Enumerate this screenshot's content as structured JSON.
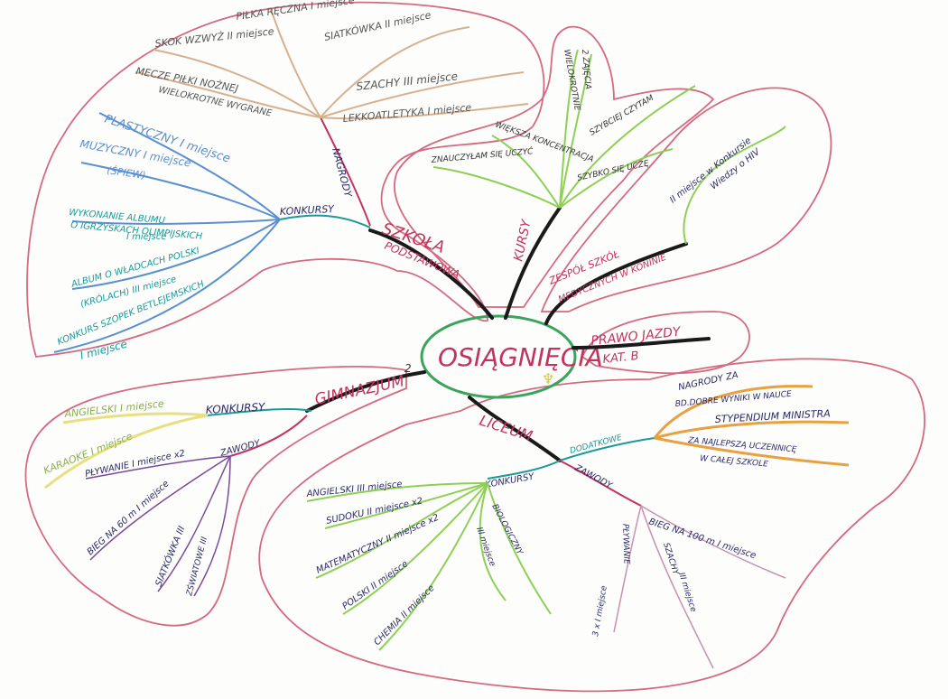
{
  "center": {
    "label": "OSIĄGNIĘCIA"
  },
  "colors": {
    "outline": "#d46a82",
    "center": "#3aa35c",
    "school": "#c2345e",
    "sport": "#d8b090",
    "contest": "#5a8fd0",
    "green": "#8ecf55",
    "yellow": "#e8e080",
    "orange": "#e8a040",
    "purple": "#7a4a9a",
    "pink": "#c890b0",
    "trunk": "#1a1a1a",
    "teal": "#1a9a9a"
  },
  "branches": {
    "szkola": {
      "title": "SZKOŁA",
      "subtitle": "PODSTAWOWA"
    },
    "gimnazjum": {
      "title": "GIMNAZJUM",
      "number": "2"
    },
    "liceum": {
      "title": "LICEUM"
    },
    "kursy": {
      "title": "KURSY"
    },
    "zespol": {
      "line1": "ZESPÓŁ SZKÓŁ",
      "line2": "MEDYCZNYCH W KONINIE"
    },
    "prawo": {
      "line1": "PRAWO JAZDY",
      "line2": "KAT. B"
    }
  },
  "sp_nagrody": {
    "label": "NAGRODY",
    "items": [
      "PIŁKA RĘCZNA I miejsce",
      "SKOK WZWYŻ II miejsce",
      "SIATKÓWKA II miejsce",
      "MECZE PIŁKI NOŻNEJ",
      "WIELOKROTNE WYGRANE",
      "SZACHY III miejsce",
      "LEKKOATLETYKA I miejsce"
    ]
  },
  "sp_konkursy": {
    "label": "KONKURSY",
    "items": [
      "PLASTYCZNY I miejsce",
      "MUZYCZNY I miejsce",
      "(ŚPIEW)",
      "WYKONANIE ALBUMU",
      "O IGRZYSKACH OLIMPIJSKICH",
      "I miejsce",
      "ALBUM O WŁADCACH POLSKI",
      "(KRÓLACH) III miejsce",
      "KONKURS SZOPEK BETLEJEMSKICH",
      "I miejsce"
    ]
  },
  "kursy_items": [
    "WIELOKROTNIE",
    "2 ZAJĘCIA",
    "WIĘKSZA KONCENTRACJA",
    "SZYBCIEJ CZYTAM",
    "SZYBKO SIĘ UCZĘ",
    "ZNAUCZYŁAM SIĘ UCZYĆ"
  ],
  "zespol_items": [
    "II miejsce w Konkursie",
    "Wiedzy o HIV"
  ],
  "gim_konkursy": {
    "label": "KONKURSY",
    "items": [
      "ANGIELSKI I miejsce",
      "KARAOKE I miejsce"
    ]
  },
  "gim_zawody": {
    "label": "ZAWODY",
    "items": [
      "PŁYWANIE I miejsce x2",
      "BIEG NA 60 m I miejsce",
      "SIATKÓWKA III",
      "ZŚWIATOWE III"
    ]
  },
  "lic_konkursy": {
    "label": "KONKURSY",
    "items": [
      "ANGIELSKI III miejsce",
      "SUDOKU II miejsce x2",
      "MATEMATYCZNY II miejsce x2",
      "POLSKI II miejsce",
      "CHEMIA II miejsce",
      "BIOLOGICZNY",
      "III miejsce"
    ]
  },
  "lic_dodatkowe": {
    "label": "DODATKOWE",
    "items": [
      "NAGRODY ZA",
      "BD.DOBRE WYNIKI W NAUCE",
      "STYPENDIUM MINISTRA",
      "ZA NAJLEPSZĄ UCZENNICĘ",
      "W CAŁEJ SZKOLE"
    ]
  },
  "lic_zawody": {
    "label": "ZAWODY",
    "items": [
      "BIEG NA 100 m I miejsce",
      "PŁYWANIE",
      "3 x I miejsce",
      "SZACHY",
      "III miejsce"
    ]
  }
}
